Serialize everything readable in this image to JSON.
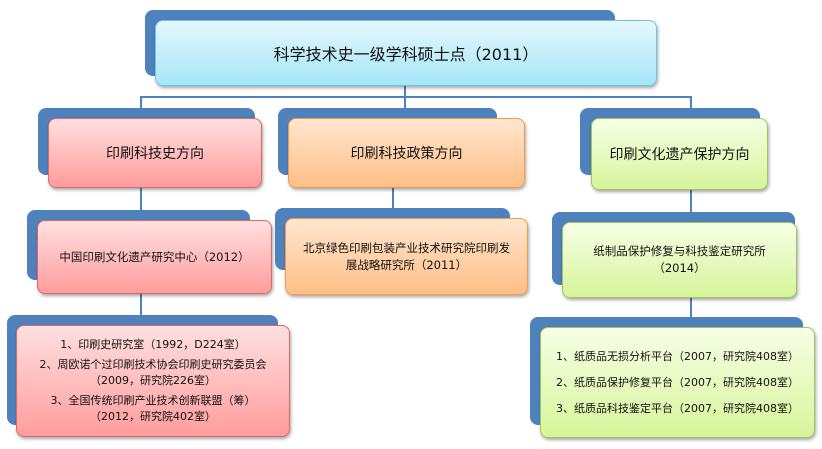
{
  "root": {
    "label": "科学技术史一级学科硕士点（2011）"
  },
  "directions": [
    {
      "label": "印刷科技史方向",
      "center": {
        "lines": [
          "中国印刷文化遗产研究中心（2012）"
        ]
      },
      "units": [
        "1、印刷史研究室（1992，D224室）",
        "2、周欧诺个过印刷技术协会印刷史研究委员会",
        "（2009，研究院226室）",
        "3、全国传统印刷产业技术创新联盟（筹）",
        "（2012，研究院402室）"
      ]
    },
    {
      "label": "印刷科技政策方向",
      "center": {
        "lines": [
          "北京绿色印刷包装产业技术研究院印刷发",
          "展战略研究所（2011）"
        ]
      }
    },
    {
      "label": "印刷文化遗产保护方向",
      "center": {
        "lines": [
          "纸制品保护修复与科技鉴定研究所",
          "（2014）"
        ]
      },
      "units": [
        "1、纸质品无损分析平台（2007，研究院408室）",
        "2、纸质品保护修复平台（2007，研究院408室）",
        "3、纸质品科技鉴定平台（2007，研究院408室）"
      ]
    }
  ]
}
